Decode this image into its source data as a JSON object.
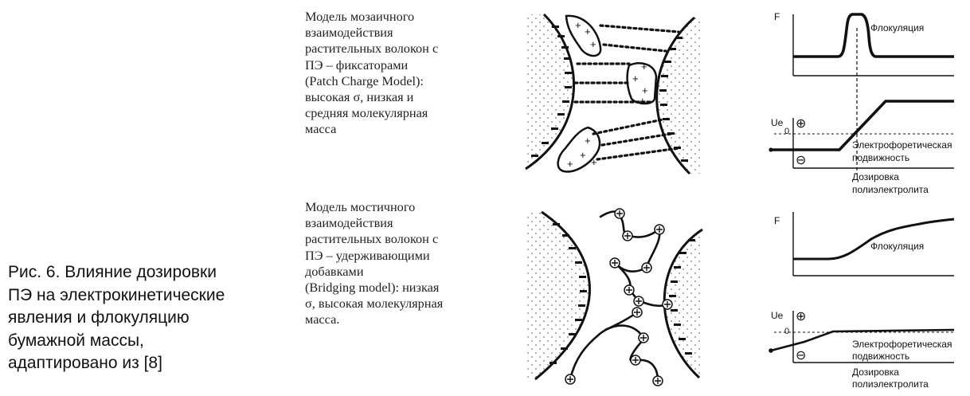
{
  "figure": {
    "caption_lines": [
      "Рис. 6. Влияние дозировки",
      "ПЭ на электрокинетические",
      "явления и флокуляцию",
      "бумажной массы,",
      "адаптировано из [8]"
    ]
  },
  "patch_model": {
    "description_lines": [
      "Модель мозаичного",
      "взаимодействия",
      "растительных волокон с",
      "ПЭ – фиксаторами",
      "(Patch Charge Model):",
      "высокая σ, низкая и",
      "средняя молекулярная",
      "масса"
    ],
    "flocculation_chart": {
      "y_label": "F",
      "curve_label": "Флокуляция"
    },
    "mobility_chart": {
      "y_label": "Ue",
      "positive_symbol": "⊕",
      "negative_symbol": "⊖",
      "zero_label": "0",
      "curve_label_lines": [
        "Электрофоретическая",
        "подвижность"
      ],
      "x_label_lines": [
        "Дозировка",
        "полиэлектролита"
      ]
    }
  },
  "bridging_model": {
    "description_lines": [
      "Модель мостичного",
      "взаимодействия",
      "растительных волокон с",
      "ПЭ – удерживающими",
      "добавками",
      "(Bridging model): низкая",
      "σ, высокая молекулярная",
      "масса."
    ],
    "flocculation_chart": {
      "y_label": "F",
      "curve_label": "Флокуляция"
    },
    "mobility_chart": {
      "y_label": "Ue",
      "positive_symbol": "⊕",
      "negative_symbol": "⊖",
      "zero_label": "0",
      "curve_label_lines": [
        "Электрофоретическая",
        "подвижность"
      ],
      "x_label_lines": [
        "Дозировка",
        "полиэлектролита"
      ]
    }
  }
}
